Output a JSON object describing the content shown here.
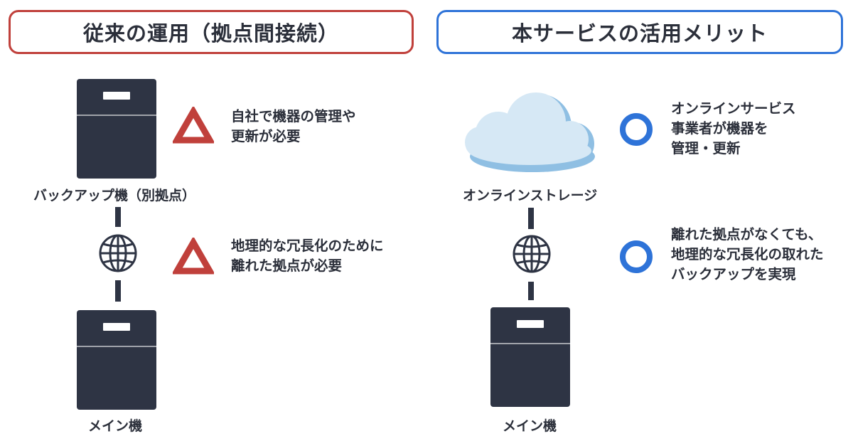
{
  "left": {
    "header": "従来の運用（拠点間接続）",
    "top_server_label": "バックアップ機（別拠点）",
    "bottom_server_label": "メイン機",
    "notes": [
      {
        "lines": [
          "自社で機器の管理や",
          "更新が必要"
        ],
        "mark": "triangle",
        "color": "#c0403b"
      },
      {
        "lines": [
          "地理的な冗長化のために",
          "離れた拠点が必要"
        ],
        "mark": "triangle",
        "color": "#c0403b"
      }
    ]
  },
  "right": {
    "header": "本サービスの活用メリット",
    "cloud_label": "オンラインストレージ",
    "bottom_server_label": "メイン機",
    "notes": [
      {
        "lines": [
          "オンラインサービス",
          "事業者が機器を",
          "管理・更新"
        ],
        "mark": "circle",
        "color": "#2e73d8"
      },
      {
        "lines": [
          "離れた拠点がなくても、",
          "地理的な冗長化の取れた",
          "バックアップを実現"
        ],
        "mark": "circle",
        "color": "#2e73d8"
      }
    ]
  },
  "icons": {
    "server": "server-icon",
    "globe": "globe-icon",
    "cloud": "cloud-icon",
    "bad": "triangle-warning-icon",
    "good": "circle-ok-icon"
  },
  "colors": {
    "left_accent": "#c0403b",
    "right_accent": "#2e73d8",
    "device": "#2e3444",
    "cloud_light": "#d6e8f5",
    "cloud_shadow": "#8fbfe3"
  }
}
